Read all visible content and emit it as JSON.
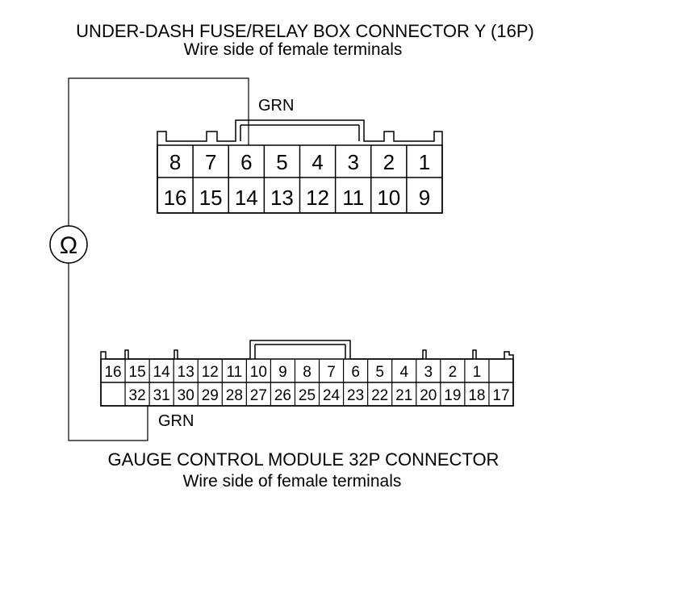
{
  "top_connector": {
    "title": "UNDER-DASH FUSE/RELAY BOX CONNECTOR Y (16P)",
    "subtitle": "Wire side of female terminals",
    "wire_label": "GRN",
    "row1": [
      "8",
      "7",
      "6",
      "5",
      "4",
      "3",
      "2",
      "1"
    ],
    "row2": [
      "16",
      "15",
      "14",
      "13",
      "12",
      "11",
      "10",
      "9"
    ]
  },
  "bottom_connector": {
    "title": "GAUGE CONTROL MODULE 32P CONNECTOR",
    "subtitle": "Wire side of female terminals",
    "wire_label": "GRN",
    "row1": [
      "16",
      "15",
      "14",
      "13",
      "12",
      "11",
      "10",
      "9",
      "8",
      "7",
      "6",
      "5",
      "4",
      "3",
      "2",
      "1",
      ""
    ],
    "row2": [
      "",
      "32",
      "31",
      "30",
      "29",
      "28",
      "27",
      "26",
      "25",
      "24",
      "23",
      "22",
      "21",
      "20",
      "19",
      "18",
      "17"
    ]
  },
  "meter": {
    "symbol": "Ω",
    "icon": "ohmmeter-icon"
  }
}
